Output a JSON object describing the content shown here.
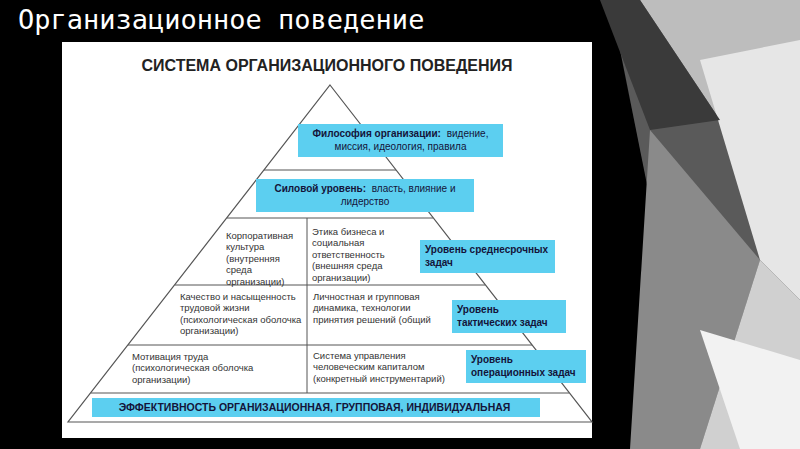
{
  "diagram": {
    "title": "Организационное поведение",
    "nodes": [
      {
        "text": [
          "Философия организации:",
          "видение, миссия, идеология, правила"
        ]
      },
      {
        "text": [
          "Силовой уровень:",
          "власть, влияние и лидерство"
        ]
      },
      {
        "text": [
          "Уровень среднесрочных задач"
        ]
      },
      {
        "text": [
          "Уровень тактических задач"
        ]
      },
      {
        "text": [
          "Уровень операционных задач"
        ]
      },
      {
        "text": [
          "ЭФФЕКТИВНОСТЬ ОРГАНИЗАЦИОННАЯ, ГРУППОВАЯ, ИНДИВИДУАЛЬНАЯ"
        ]
      }
    ],
    "labels": [
      "СИСТЕМА ОРГАНИЗАЦИОННОГО ПОВЕДЕНИЯ",
      "Корпоративная культура (внутренняя среда организации)",
      "Этика бизнеса и социальная ответственность (внешняя среда организации)",
      "Качество и насыщенность трудовой жизни (психологическая оболочка организации)",
      "Личностная и групповая динамика, технологии принятия решений (общий",
      "Мотивация труда (психологическая оболочка организации)",
      "Система управления человеческим капиталом (конкретный инструментарий)"
    ]
  }
}
